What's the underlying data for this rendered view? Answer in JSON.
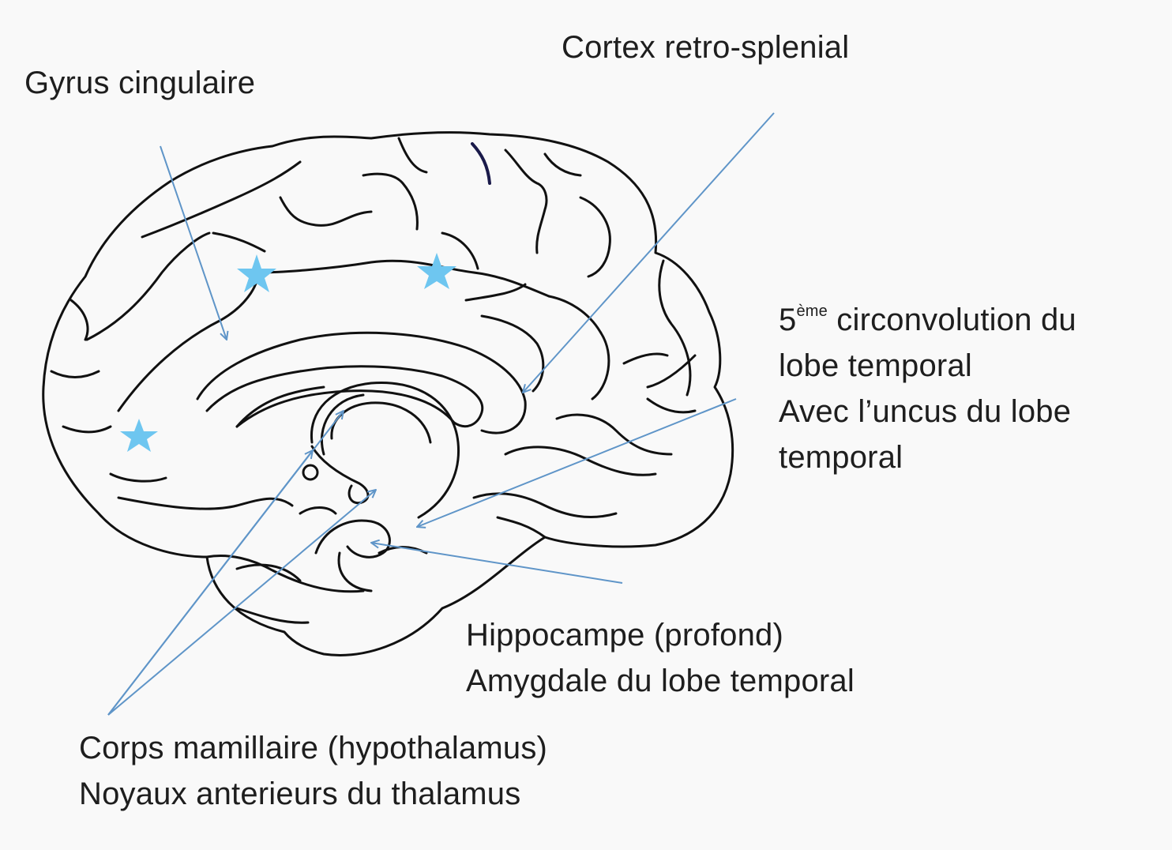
{
  "labels": {
    "gyrus": "Gyrus cingulaire",
    "retro": "Cortex retro-splenial",
    "circ_num": "5",
    "circ_sup": "ème",
    "circ_line1": " circonvolution du",
    "circ_line2": "lobe temporal",
    "circ_line3": "Avec l’uncus du lobe",
    "circ_line4": "temporal",
    "hippo_line1": "Hippocampe (profond)",
    "hippo_line2": "Amygdale du lobe temporal",
    "corps_line1": "Corps mamillaire (hypothalamus)",
    "corps_line2": "Noyaux anterieurs du thalamus"
  },
  "colors": {
    "arrow": "#5f95c8",
    "star": "#6ec6f0",
    "outline": "#111111",
    "background": "#f9f9f9",
    "accent_mark": "#1a1a4a"
  }
}
